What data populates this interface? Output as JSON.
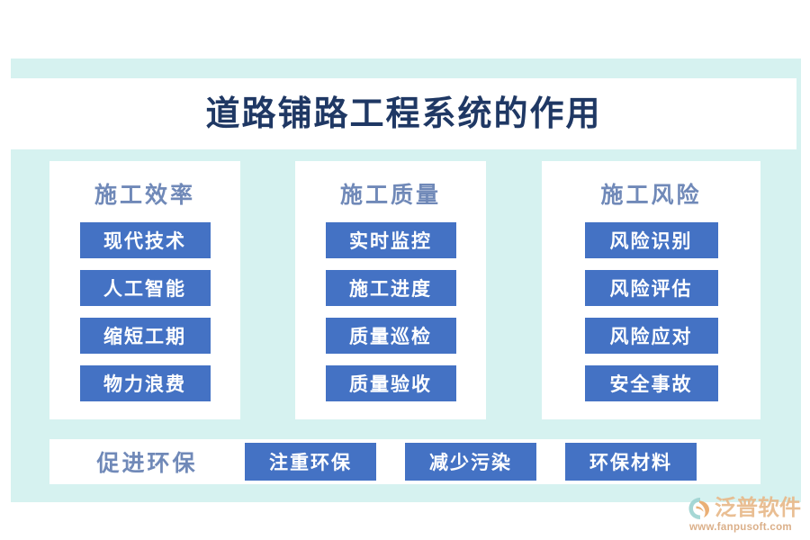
{
  "theme": {
    "panel_bg": "#d6f2f0",
    "card_bg": "#ffffff",
    "page_bg": "#ffffff",
    "title_color": "#1f3864",
    "header_color": "#7089b8",
    "chip_bg": "#4472c4",
    "chip_text": "#ffffff",
    "watermark_color": "#e8b98a"
  },
  "header": {
    "title": "道路铺路工程系统的作用"
  },
  "columns": [
    {
      "header": "施工效率",
      "items": [
        "现代技术",
        "人工智能",
        "缩短工期",
        "物力浪费"
      ]
    },
    {
      "header": "施工质量",
      "items": [
        "实时监控",
        "施工进度",
        "质量巡检",
        "质量验收"
      ]
    },
    {
      "header": "施工风险",
      "items": [
        "风险识别",
        "风险评估",
        "风险应对",
        "安全事故"
      ]
    }
  ],
  "bottom_row": {
    "label": "促进环保",
    "items": [
      "注重环保",
      "减少污染",
      "环保材料"
    ]
  },
  "watermark": {
    "icon": "fanpu-logo-icon",
    "brand": "泛普软件",
    "url": "www.fanpusoft.com"
  }
}
